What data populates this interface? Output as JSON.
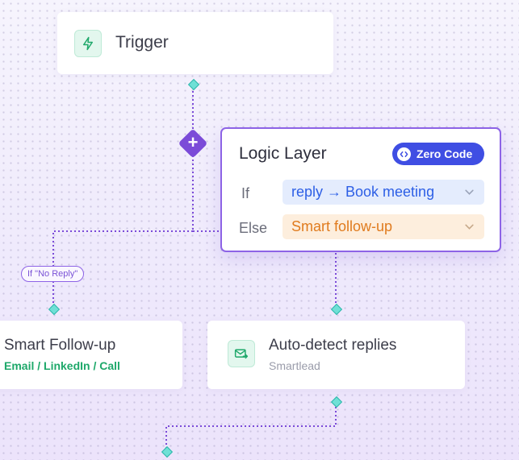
{
  "trigger": {
    "title": "Trigger",
    "icon": "lightning-icon"
  },
  "logic_layer": {
    "title": "Logic Layer",
    "badge": "Zero Code",
    "if_label": "If",
    "if_value": "reply → Book meeting",
    "else_label": "Else",
    "else_value": "Smart follow-up"
  },
  "branch_label": "If \"No Reply\"",
  "smart_followup": {
    "title": "Smart Follow-up",
    "subtitle": "Email / LinkedIn / Call"
  },
  "auto_detect": {
    "title": "Auto-detect replies",
    "subtitle": "Smartlead",
    "icon": "mail-reply-icon"
  },
  "colors": {
    "accent_purple": "#7b4bd8",
    "badge_blue": "#3f4ee3",
    "if_blue": "#2d5fe6",
    "else_orange": "#e07b1e",
    "green": "#1ea86a",
    "port_teal": "#6fe0d6"
  }
}
